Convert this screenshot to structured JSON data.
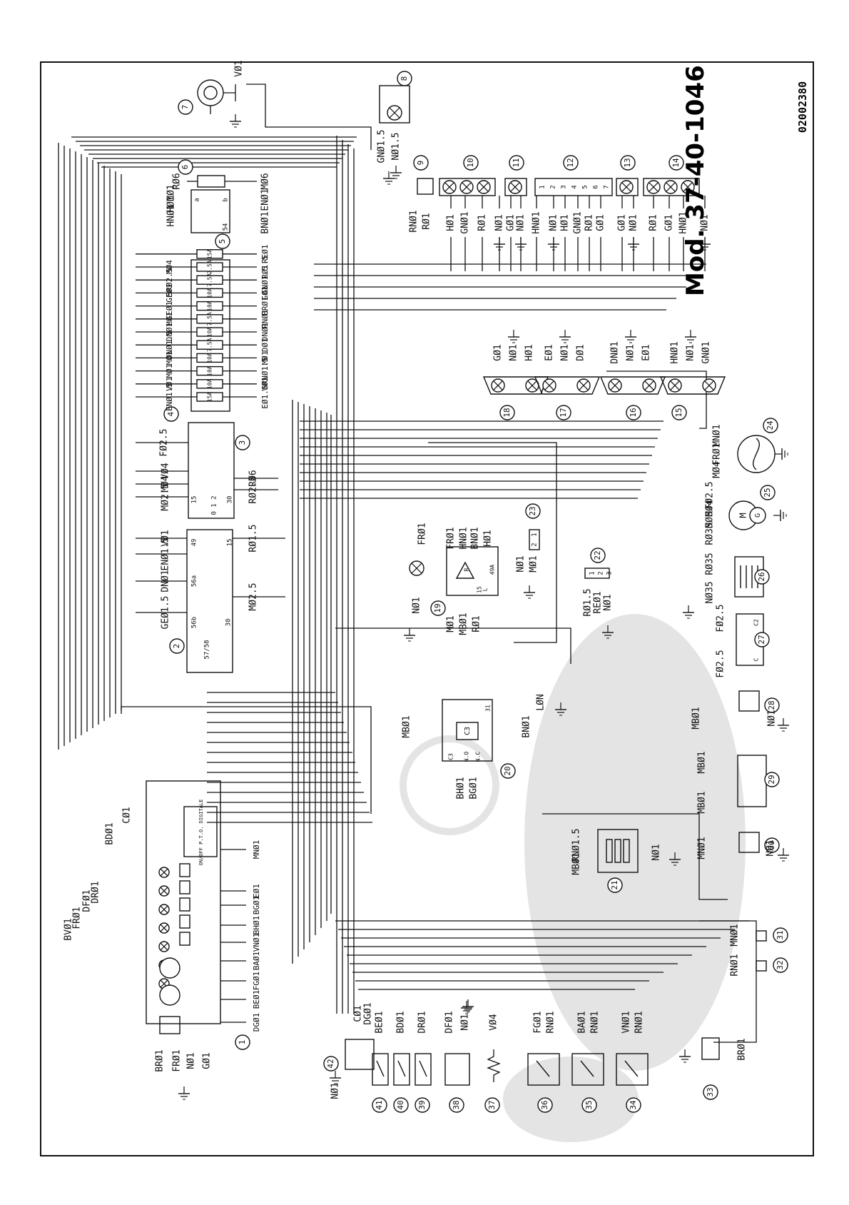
{
  "diagram": {
    "title": "Mod. 37-40-1046",
    "drawing_code": "02002380",
    "colors": {
      "ink": "#111111",
      "paper": "#ffffff",
      "watermark": "#e4e4e4"
    },
    "components": [
      {
        "id": "1",
        "wires": [
          "BRØ1",
          "FRØ1",
          "NØ1",
          "GØ1"
        ]
      },
      {
        "id": "2",
        "wires": [
          "GEØ1.5",
          "DNØ1",
          "ENØ1.5",
          "VØ1",
          "MØ2.5",
          "RØ1.5"
        ]
      },
      {
        "id": "3",
        "wires": [
          "FØ2.5",
          "VØ4",
          "MØ4",
          "MØ2.5",
          "RØ2.5",
          "RØ6"
        ]
      },
      {
        "id": "4",
        "wires": [
          "ENØ1.5",
          "VØ1",
          "MØ1",
          "MØ1",
          "DNØ1.5",
          "DNØ1",
          "MØ1",
          "GEØ1.5",
          "GEØ1",
          "RØ2.5",
          "MØ4"
        ]
      },
      {
        "id": "5",
        "wires": [
          "HNØ1",
          "HØ1",
          "MØ1",
          "BNØ1",
          "ENØ1"
        ]
      },
      {
        "id": "6",
        "wires": [
          "RØ6",
          "MØ6"
        ]
      },
      {
        "id": "7",
        "wires": [
          "VØ1"
        ]
      },
      {
        "id": "8",
        "wires": [
          "GNØ1.5",
          "NØ1.5"
        ]
      },
      {
        "id": "9",
        "wires": [
          "RNØ1",
          "RØ1"
        ]
      },
      {
        "id": "10",
        "wires": [
          "HØ1",
          "GNØ1",
          "RØ1",
          "NØ1"
        ]
      },
      {
        "id": "11",
        "wires": [
          "GØ1",
          "NØ1"
        ]
      },
      {
        "id": "12",
        "wires": [
          "HNØ1",
          "NØ1",
          "HØ1",
          "GNØ1",
          "RØ1",
          "GØ1"
        ]
      },
      {
        "id": "13",
        "wires": [
          "GØ1",
          "NØ1"
        ]
      },
      {
        "id": "14",
        "wires": [
          "RØ1",
          "GØ1",
          "HNØ1",
          "NØ1"
        ]
      },
      {
        "id": "15",
        "wires": [
          "HNØ1",
          "NØ1",
          "GNØ1"
        ]
      },
      {
        "id": "16",
        "wires": [
          "DNØ1",
          "NØ1",
          "EØ1"
        ]
      },
      {
        "id": "17",
        "wires": [
          "EØ1",
          "NØ1",
          "DØ1"
        ]
      },
      {
        "id": "18",
        "wires": [
          "GØ1",
          "NØ1",
          "HØ1"
        ]
      },
      {
        "id": "19",
        "wires": [
          "FRØ1",
          "HNØ1",
          "BNØ1",
          "HØ1",
          "MØ1",
          "MBØ1",
          "RØ1",
          "NØ1"
        ]
      },
      {
        "id": "20",
        "wires": [
          "MBØ1",
          "BNØ1",
          "LØN",
          "BHØ1",
          "BGØ1"
        ]
      },
      {
        "id": "21",
        "wires": [
          "RNØ1.5",
          "MBØ1",
          "NØ1"
        ]
      },
      {
        "id": "22",
        "wires": [
          "RØ1.5",
          "REØ1",
          "NØ1"
        ]
      },
      {
        "id": "23",
        "wires": [
          "NØ1",
          "MØ1"
        ]
      },
      {
        "id": "24",
        "wires": [
          "MNØ1",
          "FRØ1",
          "MØ4"
        ]
      },
      {
        "id": "25",
        "wires": [
          "FØ2.5",
          "MØ4",
          "MØ6",
          "RØ35"
        ]
      },
      {
        "id": "26",
        "wires": [
          "RØ35",
          "NØ35"
        ]
      },
      {
        "id": "27",
        "wires": [
          "FØ2.5",
          "FØ2.5"
        ]
      },
      {
        "id": "28",
        "wires": [
          "MBØ1",
          "NØ1"
        ]
      },
      {
        "id": "29",
        "wires": [
          "MBØ1",
          "MBØ1"
        ]
      },
      {
        "id": "30",
        "wires": [
          "MNØ1",
          "NØ1"
        ]
      },
      {
        "id": "31",
        "wires": [
          "MNØ1"
        ]
      },
      {
        "id": "32",
        "wires": [
          "RNØ1"
        ]
      },
      {
        "id": "33",
        "wires": [
          "BRØ1"
        ]
      },
      {
        "id": "34",
        "wires": [
          "VNØ1",
          "RNØ1"
        ]
      },
      {
        "id": "35",
        "wires": [
          "BAØ1",
          "RNØ1"
        ]
      },
      {
        "id": "36",
        "wires": [
          "FGØ1",
          "RNØ1"
        ]
      },
      {
        "id": "37",
        "wires": [
          "VØ4"
        ]
      },
      {
        "id": "38",
        "wires": [
          "DFØ1",
          "NØ1"
        ]
      },
      {
        "id": "39",
        "wires": [
          "DRØ1"
        ]
      },
      {
        "id": "40",
        "wires": [
          "BDØ1"
        ]
      },
      {
        "id": "41",
        "wires": [
          "BEØ1"
        ]
      },
      {
        "id": "42",
        "wires": [
          "NØ1",
          "CØ1",
          "DGØ1"
        ]
      }
    ],
    "fuse_box_4": {
      "fuse_ratings": [
        "15A",
        "10A",
        "10A",
        "10A",
        "7.5A",
        "10A",
        "7.5A",
        "10A",
        "10A",
        "7.5A",
        "7.5A",
        "15A"
      ],
      "inputs": [
        "EØ1.5",
        "VØ1",
        "RNØ1.5",
        "MØ1",
        "DØ1",
        "DNØ1",
        "RNØ1",
        "BRØ1",
        "GØ1",
        "GNØ1.5",
        "RØ1.5",
        "REØ1"
      ]
    },
    "module_1": {
      "left_labels": [
        "BVØ1",
        "FRØ1",
        "DFØ1",
        "DRØ1",
        "BDØ1",
        "CØ1"
      ],
      "pins": [
        "MNØ1",
        "EØ1",
        "BGØ1",
        "BHØ1",
        "VNØ1",
        "BAØ1",
        "FGØ1",
        "BEØ1",
        "DGØ1"
      ],
      "chip_label": "ON/OFF P.T.O. DIGITALE"
    },
    "misc_labels": [
      "a",
      "b",
      "54",
      "30",
      "15",
      "49",
      "56a",
      "56b",
      "57/58",
      "P 0 1 2 3",
      "0 1 2",
      "T",
      "R",
      "49A",
      "L",
      "31",
      "C",
      "C2",
      "C3",
      "N.O",
      "N.C",
      "1",
      "2"
    ]
  }
}
